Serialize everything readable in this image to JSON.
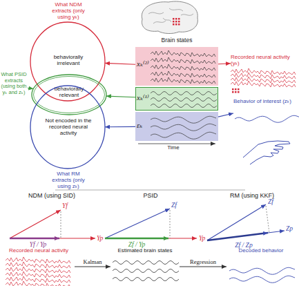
{
  "diagram": {
    "nodes": [
      {
        "text": [
          "What NDM extracts (only using yₖ)",
          "behaviorally irrelevant"
        ]
      },
      {
        "text": [
          "behaviorally relevant"
        ]
      },
      {
        "text": [
          "Not encoded in the recorded neural activity",
          "What RM extracts (only using zₖ)"
        ]
      },
      {
        "text": [
          "Brain states"
        ]
      },
      {
        "text": [
          "xₖ⁽²⁾"
        ],
        "in": 3
      },
      {
        "text": [
          "xₖ⁽¹⁾"
        ],
        "in": 3
      },
      {
        "text": [
          "εₖ"
        ],
        "in": 3
      },
      {
        "text": [
          "Recorded neural activity (yₖ)"
        ]
      },
      {
        "text": [
          "Behavior of interest (zₖ)"
        ]
      },
      {
        "text": [
          "What PSID extracts (using both yₖ and zₖ)"
        ]
      },
      {
        "text": [
          "Recorded neural activity"
        ]
      },
      {
        "text": [
          "Estimated brain states"
        ]
      },
      {
        "text": [
          "Decoded behavior"
        ]
      }
    ],
    "edges": [
      {
        "from": 4,
        "to": 0,
        "arrow": "to"
      },
      {
        "from": 5,
        "to": 1,
        "arrow": "to"
      },
      {
        "from": 6,
        "to": 2,
        "arrow": "to"
      },
      {
        "from": 9,
        "to": 1,
        "arrow": "to"
      },
      {
        "from": 4,
        "to": 7,
        "arrow": "to"
      },
      {
        "from": 6,
        "to": 8,
        "arrow": "to"
      },
      {
        "from": 10,
        "to": 11,
        "label": "Kalman",
        "arrow": "to"
      },
      {
        "from": 11,
        "to": 12,
        "label": "Regression",
        "arrow": "to"
      }
    ],
    "labels": [
      "Time",
      "NDM (using SID)",
      "PSID",
      "RM (using KKF)",
      "Yf",
      "Yf / Yp",
      "Yp",
      "Zf",
      "Zf / Yp",
      "Yp",
      "Zf",
      "Zf / Zp",
      "Zp"
    ]
  }
}
